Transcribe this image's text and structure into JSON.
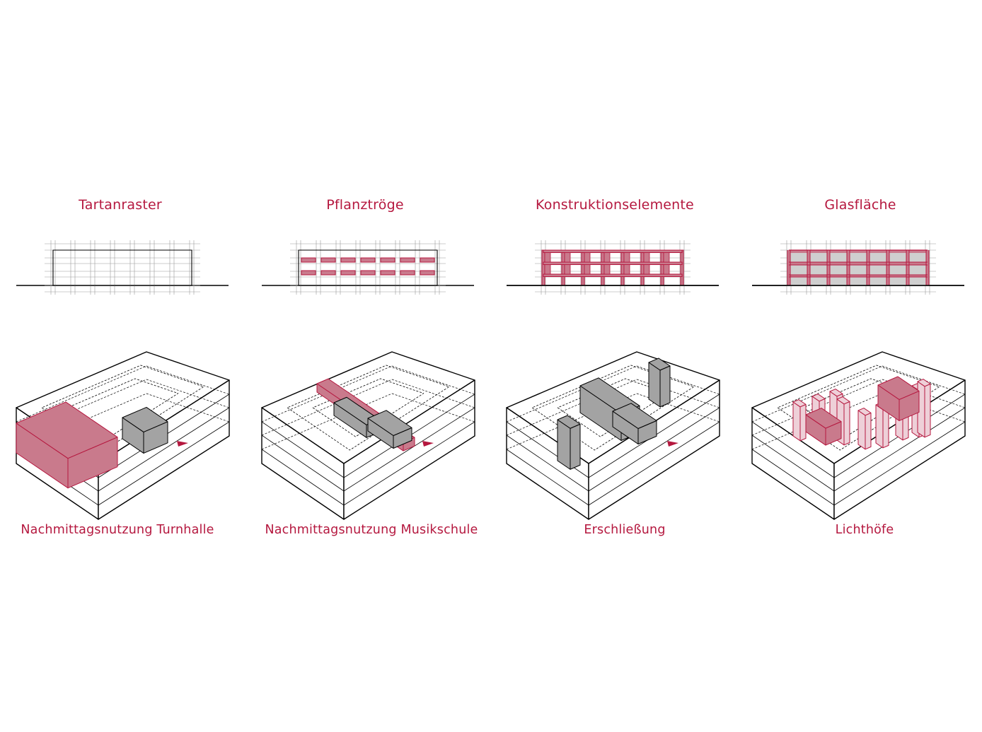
{
  "colors": {
    "accent": "#b5183f",
    "accent_fill": "#c97a8c",
    "accent_fill_light": "#eed0d8",
    "grey_fill": "#a3a3a3",
    "line": "#000000",
    "grid": "#9a9a9a",
    "glass": "#cfcfcf",
    "background": "#ffffff"
  },
  "elevations": [
    {
      "title": "Tartanraster",
      "variant": "grid"
    },
    {
      "title": "Pflanztröge",
      "variant": "planters"
    },
    {
      "title": "Konstruktionselemente",
      "variant": "structure"
    },
    {
      "title": "Glasfläche",
      "variant": "glass"
    }
  ],
  "axonometrics": [
    {
      "caption": "Nachmittagsnutzung Turnhalle",
      "variant": "gym",
      "entry_arrow": true
    },
    {
      "caption": "Nachmittagsnutzung Musikschule",
      "variant": "music",
      "entry_arrow": true
    },
    {
      "caption": "Erschließung",
      "variant": "circulation",
      "entry_arrow": true
    },
    {
      "caption": "Lichthöfe",
      "variant": "courtyards",
      "entry_arrow": false
    }
  ]
}
